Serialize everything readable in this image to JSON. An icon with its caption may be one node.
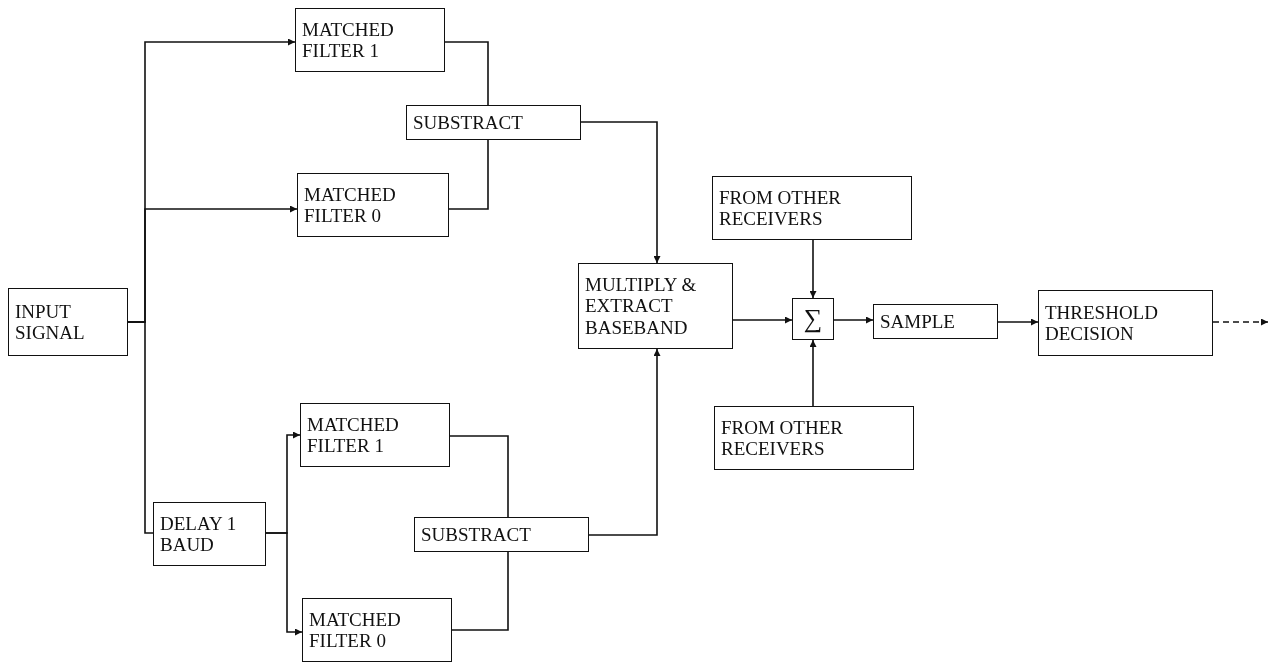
{
  "diagram": {
    "nodes": [
      {
        "text": [
          "INPUT SIGNAL"
        ]
      },
      {
        "text": [
          "MATCHED FILTER 1"
        ]
      },
      {
        "text": [
          "MATCHED FILTER 0"
        ]
      },
      {
        "text": [
          "SUBSTRACT"
        ]
      },
      {
        "text": [
          "DELAY 1 BAUD"
        ]
      },
      {
        "text": [
          "MATCHED FILTER 1"
        ]
      },
      {
        "text": [
          "MATCHED FILTER 0"
        ]
      },
      {
        "text": [
          "SUBSTRACT"
        ]
      },
      {
        "text": [
          "MULTIPLY & EXTRACT BASEBAND"
        ]
      },
      {
        "text": [
          "FROM OTHER RECEIVERS"
        ]
      },
      {
        "text": [
          "∑"
        ]
      },
      {
        "text": [
          "FROM OTHER RECEIVERS"
        ]
      },
      {
        "text": [
          "SAMPLE"
        ]
      },
      {
        "text": [
          "THRESHOLD DECISION"
        ]
      }
    ],
    "edges": [
      {
        "from": 0,
        "to": 1,
        "arrow": "to"
      },
      {
        "from": 0,
        "to": 2,
        "arrow": "to"
      },
      {
        "from": 0,
        "to": 4,
        "arrow": "none"
      },
      {
        "from": 1,
        "to": 3,
        "arrow": "none"
      },
      {
        "from": 2,
        "to": 3,
        "arrow": "none"
      },
      {
        "from": 3,
        "to": 8,
        "arrow": "to"
      },
      {
        "from": 4,
        "to": 5,
        "arrow": "to"
      },
      {
        "from": 4,
        "to": 6,
        "arrow": "to"
      },
      {
        "from": 5,
        "to": 7,
        "arrow": "none"
      },
      {
        "from": 6,
        "to": 7,
        "arrow": "none"
      },
      {
        "from": 7,
        "to": 8,
        "arrow": "to"
      },
      {
        "from": 8,
        "to": 10,
        "arrow": "to"
      },
      {
        "from": 9,
        "to": 10,
        "arrow": "to"
      },
      {
        "from": 11,
        "to": 10,
        "arrow": "to"
      },
      {
        "from": 10,
        "to": 12,
        "arrow": "to"
      },
      {
        "from": 12,
        "to": 13,
        "arrow": "to"
      },
      {
        "from": 13,
        "to": null,
        "arrow": "to",
        "style": "dashed"
      }
    ]
  }
}
